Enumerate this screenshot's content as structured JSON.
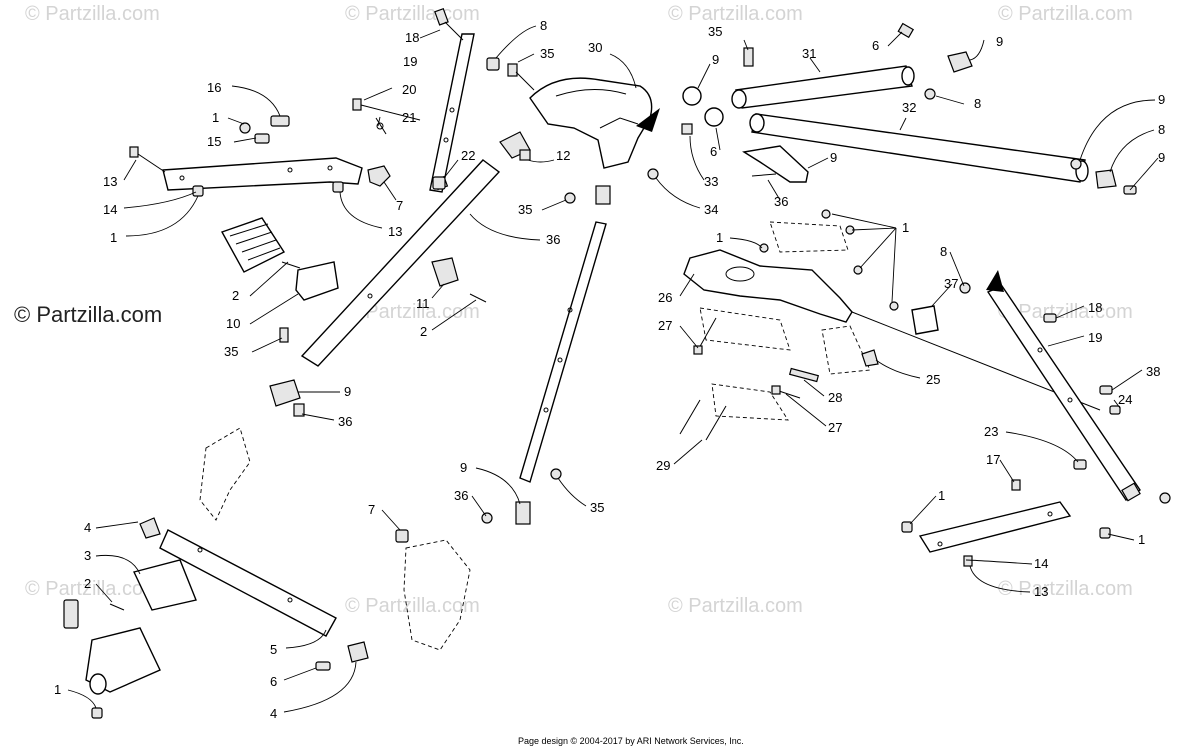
{
  "watermark": "© Partzilla.com",
  "footer": "Page design © 2004-2017 by ARI Network Services, Inc.",
  "callouts": [
    {
      "id": "c1",
      "label": "18"
    },
    {
      "id": "c2",
      "label": "8"
    },
    {
      "id": "c3",
      "label": "35"
    },
    {
      "id": "c4",
      "label": "19"
    },
    {
      "id": "c5",
      "label": "20"
    },
    {
      "id": "c6",
      "label": "21"
    },
    {
      "id": "c7",
      "label": "16"
    },
    {
      "id": "c8",
      "label": "1"
    },
    {
      "id": "c9",
      "label": "15"
    },
    {
      "id": "c10",
      "label": "13"
    },
    {
      "id": "c11",
      "label": "14"
    },
    {
      "id": "c12",
      "label": "1"
    },
    {
      "id": "c13",
      "label": "22"
    },
    {
      "id": "c14",
      "label": "7"
    },
    {
      "id": "c15",
      "label": "13"
    },
    {
      "id": "c16",
      "label": "30"
    },
    {
      "id": "c17",
      "label": "35"
    },
    {
      "id": "c18",
      "label": "31"
    },
    {
      "id": "c19",
      "label": "6"
    },
    {
      "id": "c20",
      "label": "9"
    },
    {
      "id": "c21",
      "label": "9"
    },
    {
      "id": "c22",
      "label": "8"
    },
    {
      "id": "c23",
      "label": "32"
    },
    {
      "id": "c24",
      "label": "9"
    },
    {
      "id": "c25",
      "label": "8"
    },
    {
      "id": "c26",
      "label": "9"
    },
    {
      "id": "c27",
      "label": "6"
    },
    {
      "id": "c28",
      "label": "9"
    },
    {
      "id": "c29",
      "label": "33"
    },
    {
      "id": "c30",
      "label": "36"
    },
    {
      "id": "c31",
      "label": "34"
    },
    {
      "id": "c32",
      "label": "35"
    },
    {
      "id": "c33",
      "label": "36"
    },
    {
      "id": "c34",
      "label": "12"
    },
    {
      "id": "c35",
      "label": "2"
    },
    {
      "id": "c36",
      "label": "10"
    },
    {
      "id": "c37",
      "label": "11"
    },
    {
      "id": "c38",
      "label": "2"
    },
    {
      "id": "c39",
      "label": "35"
    },
    {
      "id": "c40",
      "label": "9"
    },
    {
      "id": "c41",
      "label": "36"
    },
    {
      "id": "c42",
      "label": "1"
    },
    {
      "id": "c43",
      "label": "1"
    },
    {
      "id": "c44",
      "label": "26"
    },
    {
      "id": "c45",
      "label": "27"
    },
    {
      "id": "c46",
      "label": "8"
    },
    {
      "id": "c47",
      "label": "37"
    },
    {
      "id": "c48",
      "label": "18"
    },
    {
      "id": "c49",
      "label": "19"
    },
    {
      "id": "c50",
      "label": "25"
    },
    {
      "id": "c51",
      "label": "38"
    },
    {
      "id": "c52",
      "label": "28"
    },
    {
      "id": "c53",
      "label": "24"
    },
    {
      "id": "c54",
      "label": "27"
    },
    {
      "id": "c55",
      "label": "29"
    },
    {
      "id": "c56",
      "label": "23"
    },
    {
      "id": "c57",
      "label": "17"
    },
    {
      "id": "c58",
      "label": "9"
    },
    {
      "id": "c59",
      "label": "36"
    },
    {
      "id": "c60",
      "label": "35"
    },
    {
      "id": "c61",
      "label": "7"
    },
    {
      "id": "c62",
      "label": "4"
    },
    {
      "id": "c63",
      "label": "3"
    },
    {
      "id": "c64",
      "label": "2"
    },
    {
      "id": "c65",
      "label": "5"
    },
    {
      "id": "c66",
      "label": "6"
    },
    {
      "id": "c67",
      "label": "4"
    },
    {
      "id": "c68",
      "label": "1"
    },
    {
      "id": "c69",
      "label": "1"
    },
    {
      "id": "c70",
      "label": "1"
    },
    {
      "id": "c71",
      "label": "14"
    },
    {
      "id": "c72",
      "label": "13"
    }
  ]
}
